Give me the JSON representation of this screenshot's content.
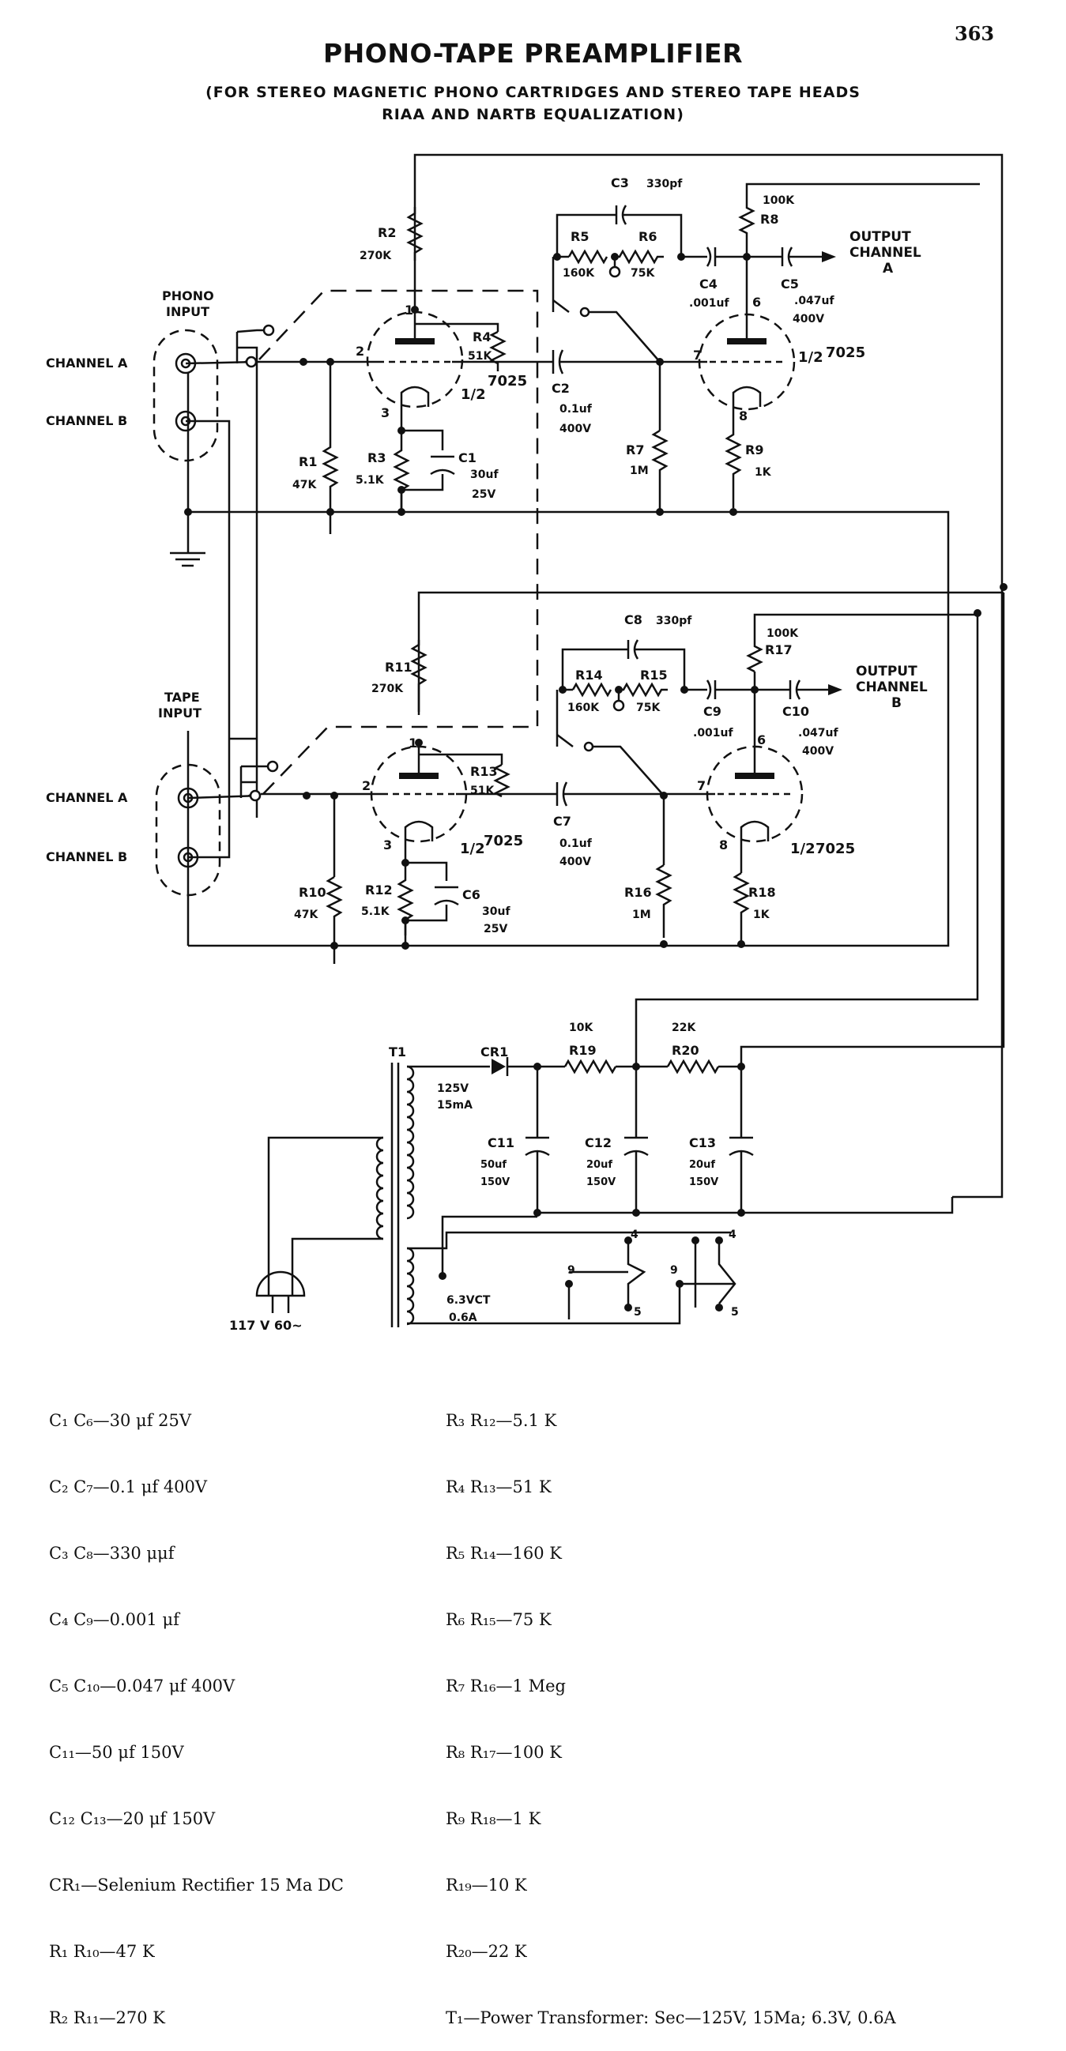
{
  "page_number": "363",
  "title": "PHONO-TAPE PREAMPLIFIER",
  "subtitle_line1": "(FOR STEREO MAGNETIC PHONO CARTRIDGES AND STEREO TAPE HEADS",
  "subtitle_line2": "RIAA AND NARTB EQUALIZATION)",
  "inputs": {
    "phono": "PHONO INPUT",
    "phono_l1": "PHONO",
    "phono_l2": "INPUT",
    "tape_l1": "TAPE",
    "tape_l2": "INPUT",
    "channel_a": "CHANNEL A",
    "channel_b": "CHANNEL B"
  },
  "outputs": {
    "a_l1": "OUTPUT",
    "a_l2": "CHANNEL",
    "a_l3": "A",
    "b_l1": "OUTPUT",
    "b_l2": "CHANNEL",
    "b_l3": "B"
  },
  "components_top": {
    "r2": "R2",
    "r2v": "270K",
    "r1": "R1",
    "r1v": "47K",
    "r3": "R3",
    "r3v": "5.1K",
    "r4": "R4",
    "r4v": "51K",
    "c1": "C1",
    "c1v1": "30uf",
    "c1v2": "25V",
    "c2": "C2",
    "c2v1": "0.1uf",
    "c2v2": "400V",
    "c3": "C3",
    "c3v": "330pf",
    "r5": "R5",
    "r5v": "160K",
    "r6": "R6",
    "r6v": "75K",
    "c4": "C4",
    "c4v": ".001uf",
    "c5": "C5",
    "c5v1": ".047uf",
    "c5v2": "400V",
    "r7": "R7",
    "r7v": "1M",
    "r8": "R8",
    "r8v": "100K",
    "r9": "R9",
    "r9v": "1K",
    "tube": "7025",
    "half": "1/2"
  },
  "components_bottom": {
    "r11": "R11",
    "r11v": "270K",
    "r10": "R10",
    "r10v": "47K",
    "r12": "R12",
    "r12v": "5.1K",
    "r13": "R13",
    "r13v": "51K",
    "c6": "C6",
    "c6v1": "30uf",
    "c6v2": "25V",
    "c7": "C7",
    "c7v1": "0.1uf",
    "c7v2": "400V",
    "c8": "C8",
    "c8v": "330pf",
    "r14": "R14",
    "r14v": "160K",
    "r15": "R15",
    "r15v": "75K",
    "c9": "C9",
    "c9v": ".001uf",
    "c10": "C10",
    "c10v1": ".047uf",
    "c10v2": "400V",
    "r16": "R16",
    "r16v": "1M",
    "r17": "R17",
    "r17v": "100K",
    "r18": "R18",
    "r18v": "1K",
    "tube": "7025",
    "half": "1/2"
  },
  "pins": {
    "p1": "1",
    "p2": "2",
    "p3": "3",
    "p6": "6",
    "p7": "7",
    "p8": "8",
    "p4": "4",
    "p5": "5",
    "p9": "9"
  },
  "power": {
    "t1": "T1",
    "cr1": "CR1",
    "r19": "R19",
    "r19v": "10K",
    "r20": "R20",
    "r20v": "22K",
    "sec_hv1": "125V",
    "sec_hv2": "15mA",
    "sec_lv1": "6.3VCT",
    "sec_lv2": "0.6A",
    "c11": "C11",
    "c11v1": "50uf",
    "c11v2": "150V",
    "c12": "C12",
    "c12v1": "20uf",
    "c12v2": "150V",
    "c13": "C13",
    "c13v1": "20uf",
    "c13v2": "150V",
    "mains": "117 V 60~"
  },
  "parts_list_left": [
    "C₁ C₆—30 μf 25V",
    "C₂ C₇—0.1 μf 400V",
    "C₃ C₈—330 μμf",
    "C₄ C₉—0.001 μf",
    "C₅ C₁₀—0.047 μf 400V",
    "C₁₁—50 μf 150V",
    "C₁₂ C₁₃—20 μf 150V",
    "CR₁—Selenium Rectifier 15 Ma DC",
    "R₁ R₁₀—47 K",
    "R₂ R₁₁—270 K"
  ],
  "parts_list_right": [
    "R₃ R₁₂—5.1 K",
    "R₄ R₁₃—51 K",
    "R₅ R₁₄—160 K",
    "R₆ R₁₅—75 K",
    "R₇ R₁₆—1 Meg",
    "R₈ R₁₇—100 K",
    "R₉ R₁₈—1 K",
    "R₁₉—10 K",
    "R₂₀—22 K",
    "T₁—Power Transformer: Sec—125V, 15Ma; 6.3V, 0.6A"
  ]
}
